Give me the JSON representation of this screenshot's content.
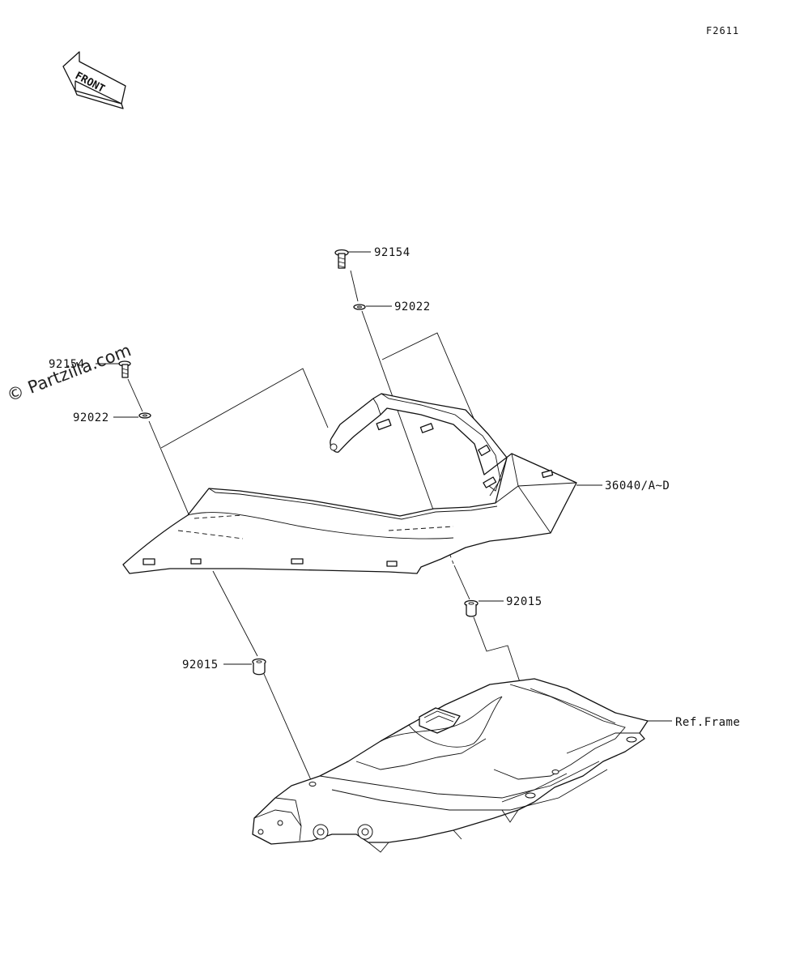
{
  "diagram_code": "F2611",
  "front_arrow": {
    "label": "FRONT"
  },
  "watermark": "© Partzilla.com",
  "callouts": {
    "bolt_upper": "92154",
    "washer_upper": "92022",
    "bolt_left": "92154",
    "washer_left": "92022",
    "seat_cover": "36040/A~D",
    "collar_right": "92015",
    "collar_left": "92015",
    "frame_ref": "Ref.Frame"
  }
}
